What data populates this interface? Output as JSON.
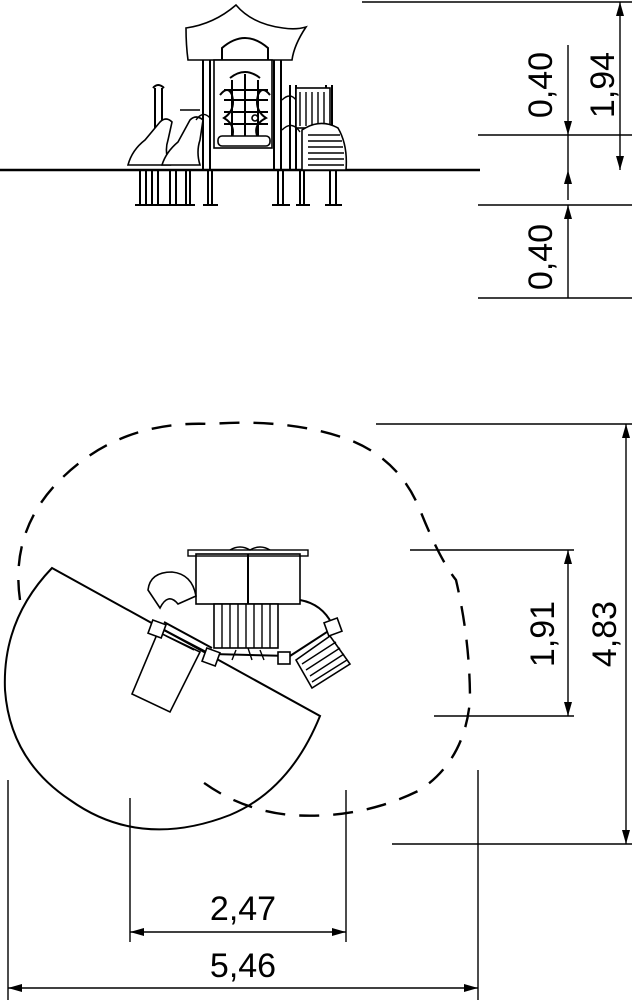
{
  "dimensions": {
    "elevation_height": "1,94",
    "platform_height": "0,40",
    "foundation_depth": "0,40",
    "plan_depth_equipment": "1,91",
    "plan_depth_total": "4,83",
    "plan_width_equipment": "2,47",
    "plan_width_total": "5,46"
  }
}
